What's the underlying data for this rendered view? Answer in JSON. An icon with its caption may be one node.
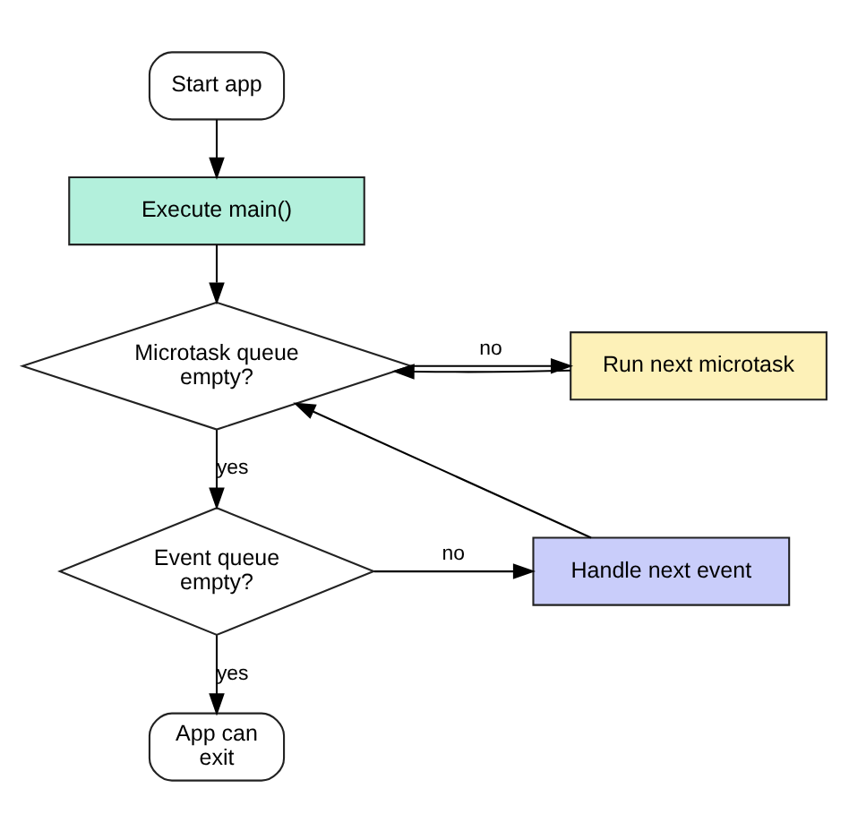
{
  "diagram": {
    "nodes": [
      {
        "text": [
          "Start app"
        ]
      },
      {
        "text": [
          "Execute main()"
        ]
      },
      {
        "text": [
          "Microtask queue empty?"
        ]
      },
      {
        "text": [
          "Run next microtask"
        ]
      },
      {
        "text": [
          "Event queue empty?"
        ]
      },
      {
        "text": [
          "Handle next event"
        ]
      },
      {
        "text": [
          "App can exit"
        ]
      }
    ],
    "edges": [
      {
        "from": 0,
        "to": 1,
        "arrow": "to"
      },
      {
        "from": 1,
        "to": 2,
        "arrow": "to"
      },
      {
        "from": 2,
        "to": 3,
        "arrow": "to",
        "label": "no"
      },
      {
        "from": 3,
        "to": 2,
        "arrow": "to"
      },
      {
        "from": 2,
        "to": 4,
        "arrow": "to",
        "label": "yes"
      },
      {
        "from": 4,
        "to": 5,
        "arrow": "to",
        "label": "no"
      },
      {
        "from": 5,
        "to": 2,
        "arrow": "to"
      },
      {
        "from": 4,
        "to": 6,
        "arrow": "to",
        "label": "yes"
      }
    ]
  }
}
